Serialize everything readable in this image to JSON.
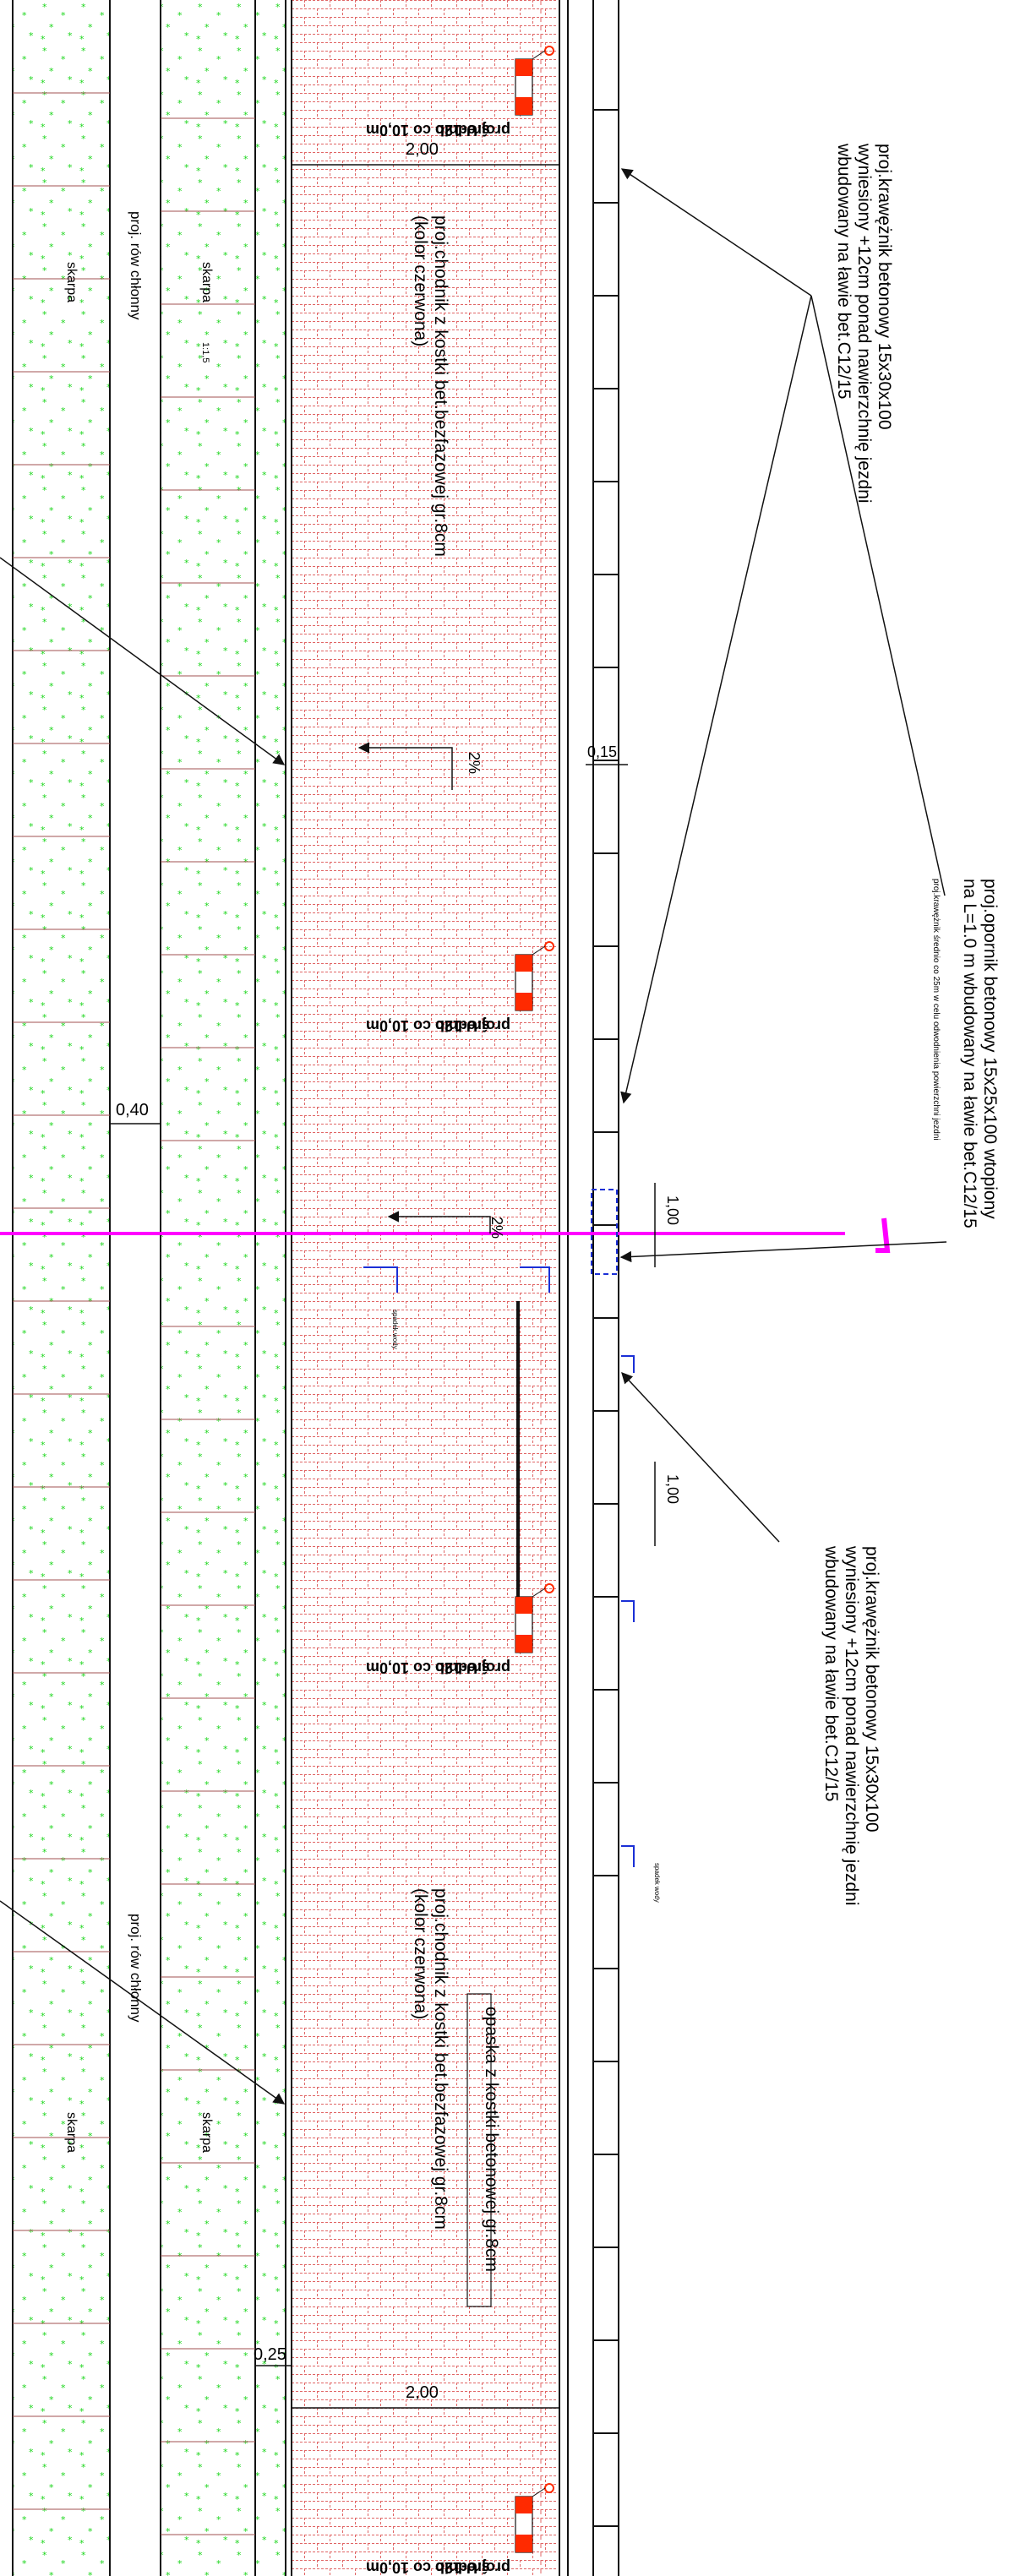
{
  "colors": {
    "paving": "#e06565",
    "grass": "#19d619",
    "line": "#111111",
    "section_marker": "#ff00ff",
    "arrow_blue": "#1a2fd6",
    "sign_red": "#ff2a00"
  },
  "labels": {
    "curb_top": "proj.krawężnik betonowy 15x30x100\nwyniesiony +12cm ponad nawierzchnię jezdni\nwbudowany na ławie bet.C12/15",
    "curb_bottom": "proj.krawężnik betonowy 15x30x100\nwyniesiony +12cm ponad nawierzchnię jezdni\nwbudowany na ławie bet.C12/15",
    "resistance": "proj.opornik betonowy 15x25x100 wtopiony\nna L=1.0 m wbudowany na ławie bet.C12/15",
    "resistance_note": "proj.krawężnik średnio co 25m w celu odwodnienia powierzchni jezdni",
    "sidewalk_top": "proj.chodnik z kostki bet.bezfazowej gr.8cm\n(kolor czerwona)",
    "sidewalk_bottom": "proj.chodnik z kostki bet.bezfazowej gr.8cm\n(kolor czerwona)",
    "band": "opaska z kostki betonowej gr.8cm",
    "ditch_top": "proj. rów chłonny",
    "ditch_bottom": "proj. rów chłonny",
    "slope": "skarpa",
    "slope_ratio": "1:1,5",
    "post_name": "proj.U-12b",
    "post_spacing": "średnio co 10,0m",
    "slope_percent": "2%",
    "dim_2_00": "2,00",
    "dim_0_40": "0,40",
    "dim_0_25": "0,25",
    "dim_0_15": "0,15",
    "dim_1_00": "1,00",
    "small_arrow_note": "spadek wody"
  }
}
